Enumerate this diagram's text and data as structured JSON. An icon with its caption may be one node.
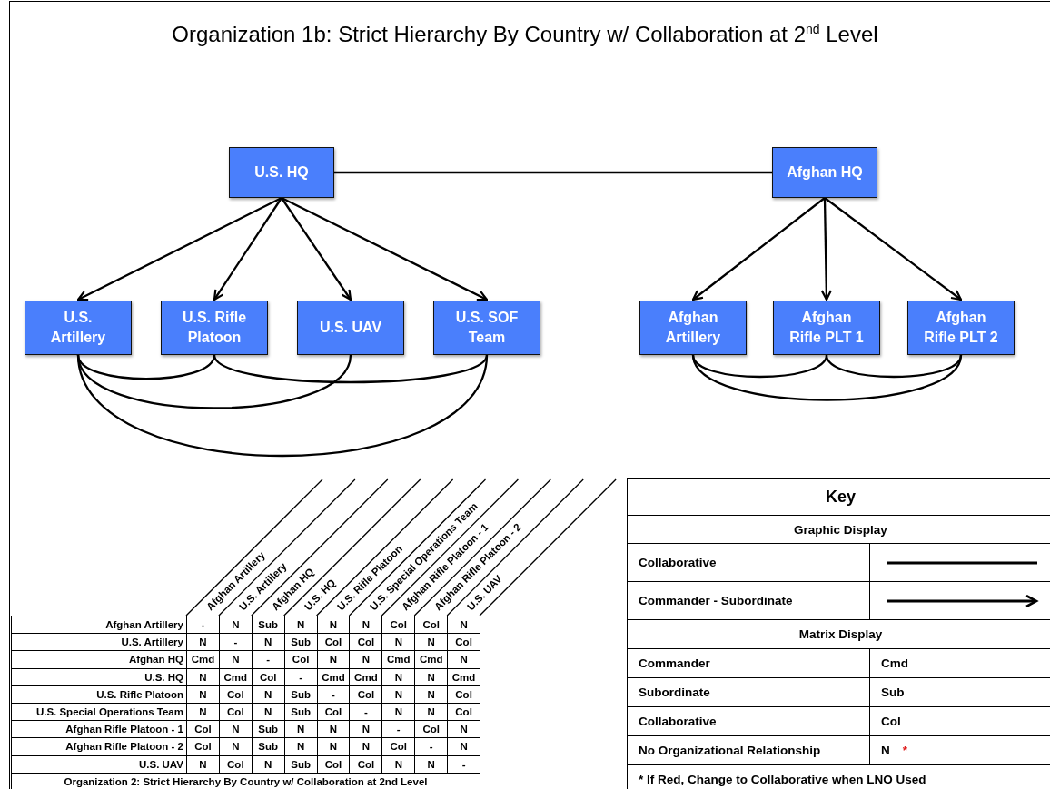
{
  "diagram": {
    "title": "Organization 1b:  Strict Hierarchy By Country w/ Collaboration at 2$^{nd}$ Level",
    "nodes": [
      {
        "text": [
          "U.S. HQ"
        ]
      },
      {
        "text": [
          "Afghan HQ"
        ]
      },
      {
        "text": [
          "U.S. Artillery"
        ]
      },
      {
        "text": [
          "U.S. Rifle Platoon"
        ]
      },
      {
        "text": [
          "U.S. UAV"
        ]
      },
      {
        "text": [
          "U.S. SOF Team"
        ]
      },
      {
        "text": [
          "Afghan Artillery"
        ]
      },
      {
        "text": [
          "Afghan Rifle PLT 1"
        ]
      },
      {
        "text": [
          "Afghan Rifle PLT 2"
        ]
      }
    ],
    "edges": [
      {
        "from": 0,
        "to": 1,
        "arrow": "none"
      },
      {
        "from": 0,
        "to": 2,
        "arrow": "to"
      },
      {
        "from": 0,
        "to": 3,
        "arrow": "to"
      },
      {
        "from": 0,
        "to": 4,
        "arrow": "to"
      },
      {
        "from": 0,
        "to": 5,
        "arrow": "to"
      },
      {
        "from": 1,
        "to": 6,
        "arrow": "to"
      },
      {
        "from": 1,
        "to": 7,
        "arrow": "to"
      },
      {
        "from": 1,
        "to": 8,
        "arrow": "to"
      },
      {
        "from": 2,
        "to": 3,
        "arrow": "none"
      },
      {
        "from": 2,
        "to": 4,
        "arrow": "none"
      },
      {
        "from": 2,
        "to": 5,
        "arrow": "none"
      },
      {
        "from": 3,
        "to": 5,
        "arrow": "none"
      },
      {
        "from": 6,
        "to": 7,
        "arrow": "none"
      },
      {
        "from": 7,
        "to": 8,
        "arrow": "none"
      },
      {
        "from": 6,
        "to": 8,
        "arrow": "none"
      }
    ],
    "labels": [
      "Afghan Artillery",
      "U.S. Artillery",
      "Afghan HQ",
      "U.S. HQ",
      "U.S. Rifle Platoon",
      "U.S. Special Operations Team",
      "Afghan Rifle Platoon - 1",
      "Afghan Rifle Platoon - 2",
      "U.S. UAV",
      "Afghan Artillery",
      "-",
      "N",
      "Sub",
      "N",
      "N",
      "N",
      "Col",
      "Col",
      "N",
      "U.S. Artillery",
      "N",
      "-",
      "N",
      "Sub",
      "Col",
      "Col",
      "N",
      "N",
      "Col",
      "Afghan HQ",
      "Cmd",
      "N",
      "-",
      "Col",
      "N",
      "N",
      "Cmd",
      "Cmd",
      "N",
      "U.S. HQ",
      "N",
      "Cmd",
      "Col",
      "-",
      "Cmd",
      "Cmd",
      "N",
      "N",
      "Cmd",
      "U.S. Rifle Platoon",
      "N",
      "Col",
      "N",
      "Sub",
      "-",
      "Col",
      "N",
      "N",
      "Col",
      "U.S. Special Operations Team",
      "N",
      "Col",
      "N",
      "Sub",
      "Col",
      "-",
      "N",
      "N",
      "Col",
      "Afghan Rifle Platoon - 1",
      "Col",
      "N",
      "Sub",
      "N",
      "N",
      "N",
      "-",
      "Col",
      "N",
      "Afghan Rifle Platoon - 2",
      "Col",
      "N",
      "Sub",
      "N",
      "N",
      "N",
      "Col",
      "-",
      "N",
      "U.S. UAV",
      "N",
      "Col",
      "N",
      "Sub",
      "Col",
      "Col",
      "N",
      "N",
      "-",
      "Organization 2: Strict Hierarchy By Country w/ Collaboration at 2nd Level",
      "Key",
      "Graphic Display",
      "Matrix Display",
      "Commander",
      "Cmd",
      "Subordinate",
      "Sub",
      "Collaborative",
      "Col",
      "No Organizational Relationship",
      "N",
      "*",
      "* If Red, Change to Collaborative when LNO Used"
    ],
    "legend": [
      {
        "text": "Collaborative"
      },
      {
        "text": "Commander - Subordinate"
      }
    ]
  }
}
